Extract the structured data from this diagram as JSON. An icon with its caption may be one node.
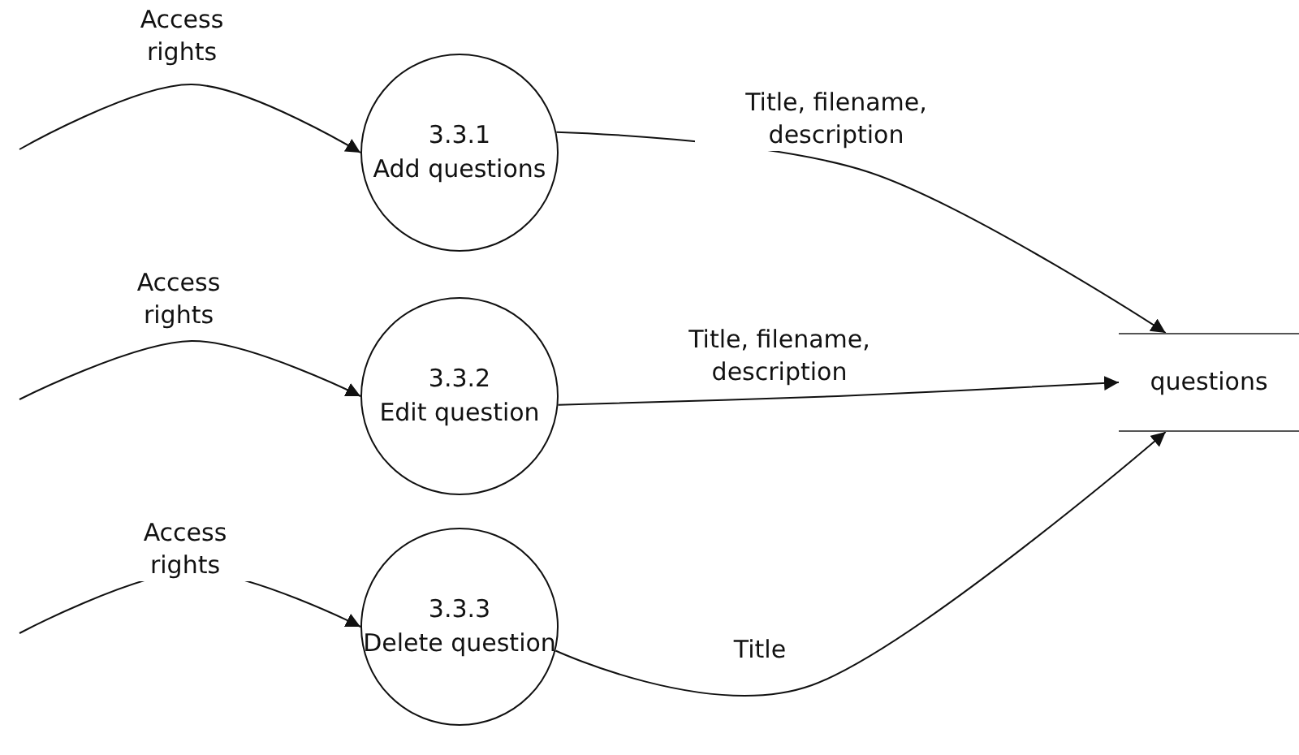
{
  "diagram": {
    "nodes": [
      {
        "text": [
          "3.3.1",
          "Add questions"
        ]
      },
      {
        "text": [
          "3.3.2",
          "Edit question"
        ]
      },
      {
        "text": [
          "3.3.3",
          "Delete question"
        ]
      },
      {
        "text": [
          "questions"
        ]
      }
    ],
    "edges": [
      {
        "from": null,
        "to": 0,
        "arrow": "to",
        "label": "Access rights"
      },
      {
        "from": null,
        "to": 1,
        "arrow": "to",
        "label": "Access rights"
      },
      {
        "from": null,
        "to": 2,
        "arrow": "to",
        "label": "Access rights"
      },
      {
        "from": 0,
        "to": 3,
        "arrow": "to",
        "label": "Title, filename, description"
      },
      {
        "from": 1,
        "to": 3,
        "arrow": "to",
        "label": "Title, filename, description"
      },
      {
        "from": 2,
        "to": 3,
        "arrow": "to",
        "label": "Title"
      }
    ]
  }
}
